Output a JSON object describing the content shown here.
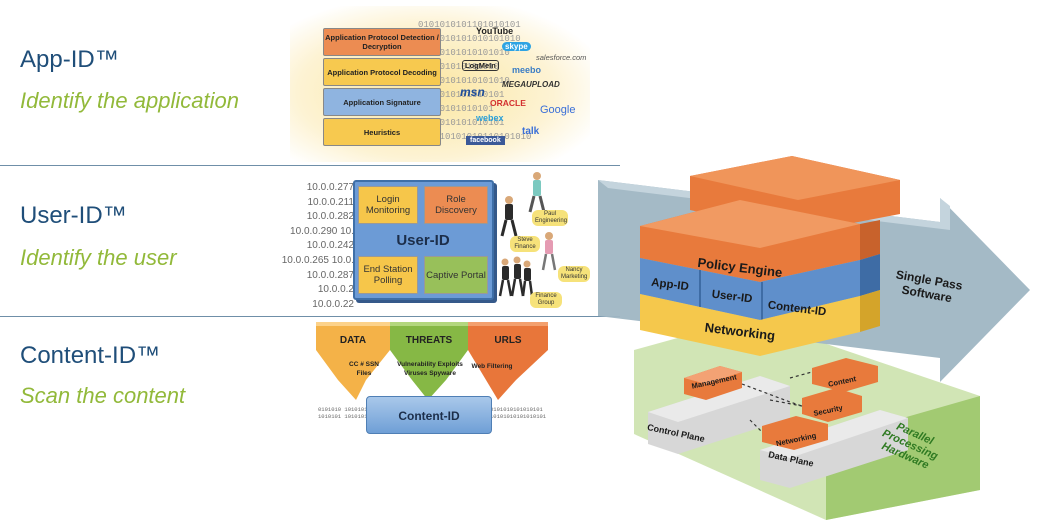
{
  "sections": [
    {
      "title": "App-ID™",
      "subtitle": "Identify the application"
    },
    {
      "title": "User-ID™",
      "subtitle": "Identify the user"
    },
    {
      "title": "Content-ID™",
      "subtitle": "Scan the content"
    }
  ],
  "app_id": {
    "layers": [
      "Application Protocol Detection / Decryption",
      "Application Protocol Decoding",
      "Application Signature",
      "Heuristics"
    ],
    "binary": [
      "0101010101101010101",
      "0101010101010101010",
      "01010101010101010",
      "010101010101010",
      "01010101010101010",
      "0101010101010101",
      "01010101010101",
      "0101010101010101",
      "101010101010110101010"
    ],
    "brands": [
      "YouTube",
      "skype",
      "salesforce.com",
      "LogMeIn",
      "meebo",
      "MEGAUPLOAD",
      "msn",
      "ORACLE",
      "Google",
      "webex",
      "talk",
      "facebook"
    ]
  },
  "user_id": {
    "ips": [
      "10.0.0.277",
      "10.0.0.211",
      "10.0.0.282",
      "10.0.0.290 10.",
      "10.0.0.242",
      "10.0.0.265 10.0.",
      "10.0.0.287",
      "10.0.0.2",
      "10.0.0.22"
    ],
    "center": "User-ID",
    "corners": [
      "Login Monitoring",
      "Role Discovery",
      "End Station Polling",
      "Captive Portal"
    ],
    "people": [
      "Paul Engineering",
      "Steve Finance",
      "Nancy Marketing",
      "Finance Group"
    ]
  },
  "content_id": {
    "categories": [
      "DATA",
      "THREATS",
      "URLS"
    ],
    "details": [
      "CC # SSN Files",
      "Vulnerability Exploits Viruses Spyware",
      "Web Filtering"
    ],
    "engine": "Content-ID",
    "binary": [
      "0101010 10101010101010",
      "1010101 1010101010101",
      "0101010101010101",
      "10101010101010101"
    ]
  },
  "architecture": {
    "policy_engine": "Policy Engine",
    "modules": [
      "App-ID",
      "User-ID",
      "Content-ID"
    ],
    "networking": "Networking",
    "arrow_label": "Single Pass Software",
    "control_plane": "Control Plane",
    "management": "Management",
    "data_plane": "Data Plane",
    "data_blocks": [
      "Content",
      "Security",
      "Networking"
    ],
    "hardware_label": "Parallel Processing Hardware"
  },
  "colors": {
    "title": "#1f4e79",
    "subtitle": "#92b93a",
    "orange": "#e8834a",
    "yellow": "#f5c84c",
    "blue": "#5b8fc9",
    "green": "#8db64a",
    "arrow": "#8ea9b8"
  }
}
